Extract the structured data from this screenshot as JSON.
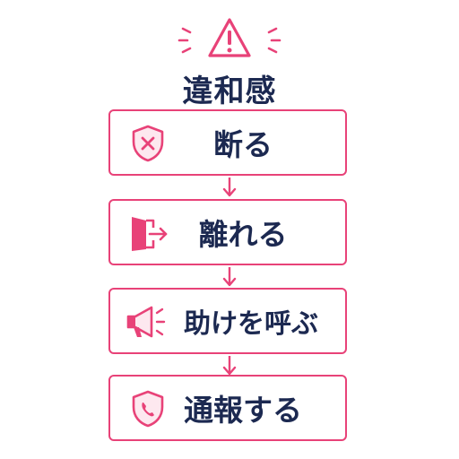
{
  "title": "違和感",
  "colors": {
    "accent": "#e84278",
    "text": "#1c2951"
  },
  "steps": [
    {
      "label": "断る",
      "icon": "shield-x-icon"
    },
    {
      "label": "離れる",
      "icon": "exit-door-icon"
    },
    {
      "label": "助けを呼ぶ",
      "icon": "megaphone-icon"
    },
    {
      "label": "通報する",
      "icon": "shield-phone-icon"
    }
  ]
}
